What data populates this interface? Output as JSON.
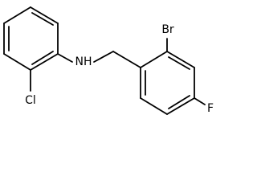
{
  "molecule": {
    "atoms": {
      "nh": "NH",
      "cl": "Cl",
      "br": "Br",
      "f": "F"
    },
    "colors": {
      "bond": "#000000",
      "label": "#000000",
      "background": "#ffffff"
    }
  }
}
